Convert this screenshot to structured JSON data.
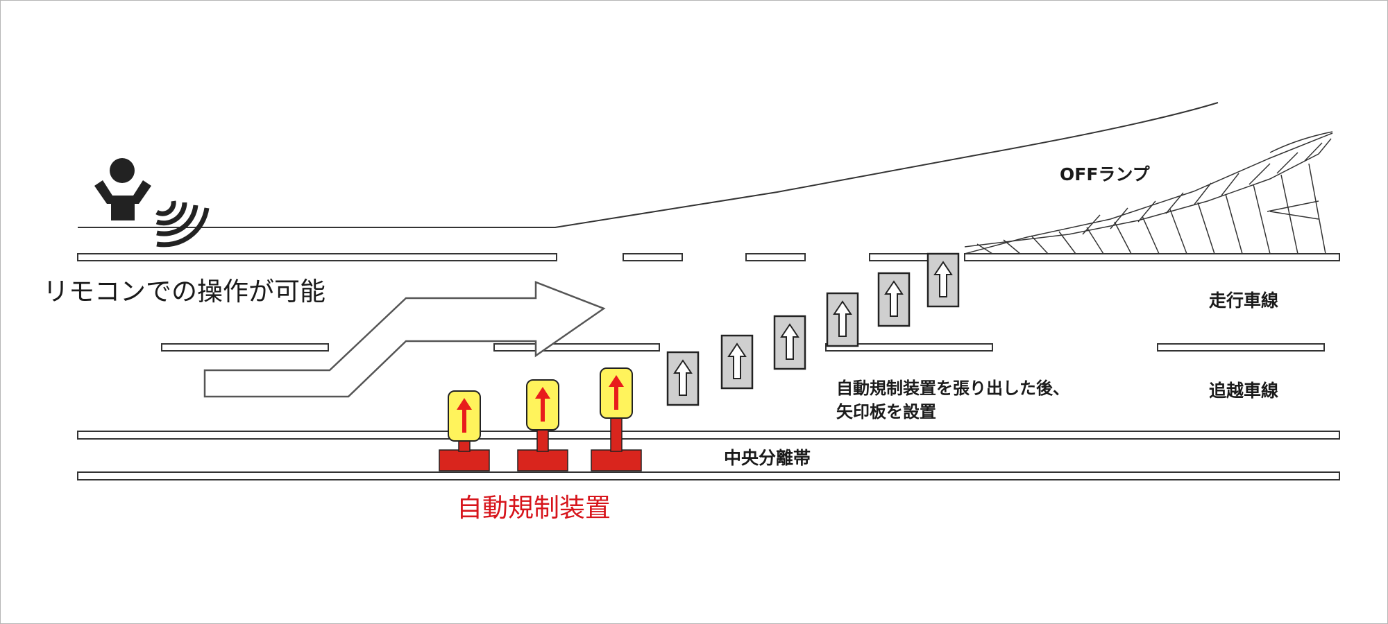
{
  "labels": {
    "remote_control": "リモコンでの操作が可能",
    "off_ramp": "OFFランプ",
    "driving_lane": "走行車線",
    "passing_lane": "追越車線",
    "note_line1": "自動規制装置を張り出した後、",
    "note_line2": "矢印板を設置",
    "median": "中央分離帯",
    "auto_regulation_device": "自動規制装置"
  },
  "colors": {
    "line": "#333333",
    "person": "#222222",
    "device_red": "#d9251d",
    "device_yellow": "#fff35c",
    "device_label": "#d7141b",
    "arrow_board_fill": "#cfcfcf"
  },
  "icons": [
    "person-icon",
    "radio-wave-icon",
    "route-arrow-icon",
    "arrow-board-icon",
    "regulation-device-icon"
  ]
}
